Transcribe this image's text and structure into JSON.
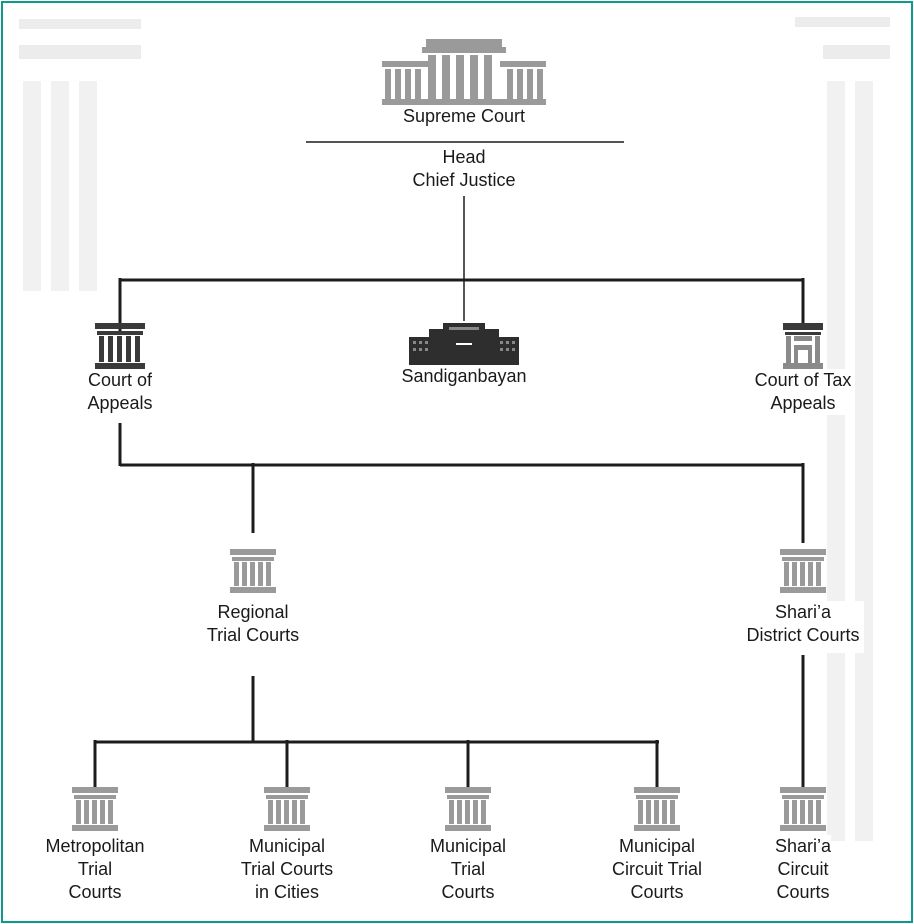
{
  "supreme": {
    "name": "Supreme Court",
    "head_label": "Head",
    "head_value": "Chief Justice"
  },
  "appellate": [
    {
      "name": "Court of\nAppeals"
    },
    {
      "name": "Sandiganbayan"
    },
    {
      "name": "Court of Tax\nAppeals"
    }
  ],
  "regional": [
    {
      "name": "Regional\nTrial Courts"
    },
    {
      "name": "Shari’a\nDistrict Courts"
    }
  ],
  "lower": [
    {
      "name": "Metropolitan\nTrial\nCourts"
    },
    {
      "name": "Municipal\nTrial Courts\nin Cities"
    },
    {
      "name": "Municipal\nTrial\nCourts"
    },
    {
      "name": "Municipal\nCircuit Trial\nCourts"
    },
    {
      "name": "Shari’a\nCircuit\nCourts"
    }
  ],
  "colors": {
    "border": "#0f9a8e",
    "icon": "#9a9a9a",
    "icon_dark": "#3a3a3a",
    "line": "#1c1c1c"
  }
}
